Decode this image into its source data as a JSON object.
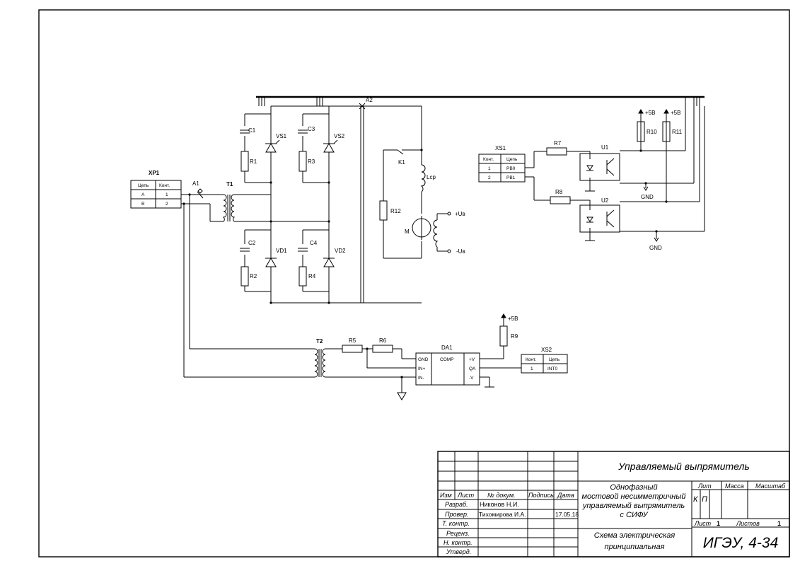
{
  "labels": {
    "xp1": "XP1",
    "a1": "A1",
    "t1": "T1",
    "t2": "T2",
    "a2": "A2",
    "c1": "C1",
    "c2": "C2",
    "c3": "C3",
    "c4": "C4",
    "r1": "R1",
    "r2": "R2",
    "r3": "R3",
    "r4": "R4",
    "r5": "R5",
    "r6": "R6",
    "r7": "R7",
    "r8": "R8",
    "r9": "R9",
    "r10": "R10",
    "r11": "R11",
    "r12": "R12",
    "vs1": "VS1",
    "vs2": "VS2",
    "vd1": "VD1",
    "vd2": "VD2",
    "k1": "K1",
    "lcp": "Lср",
    "m": "M",
    "ua_plus": "+Uв",
    "ua_minus": "-Uв",
    "xs1": "XS1",
    "xs2": "XS2",
    "u1": "U1",
    "u2": "U2",
    "da1": "DA1",
    "gnd1": "GND",
    "gnd2": "GND",
    "p5v1": "+5В",
    "p5v2": "+5В",
    "p5v3": "+5В"
  },
  "xp1_table": {
    "headers": [
      "Цепь",
      "Конт."
    ],
    "rows": [
      [
        "A",
        "1"
      ],
      [
        "B",
        "2"
      ]
    ]
  },
  "xs1_table": {
    "headers": [
      "Конт.",
      "Цепь"
    ],
    "rows": [
      [
        "1",
        "PB0"
      ],
      [
        "2",
        "PB1"
      ]
    ]
  },
  "xs2_table": {
    "headers": [
      "Конт.",
      "Цепь"
    ],
    "rows": [
      [
        "1",
        "INT0"
      ]
    ]
  },
  "da1_pins": {
    "gnd": "GND",
    "in_plus": "IN+",
    "in_minus": "IN-",
    "comp": "COMP",
    "vplus": "+V",
    "qa": "QA",
    "vminus": "-V"
  },
  "title_block": {
    "title": "Управляемый выпрямитель",
    "col_headers": [
      "Изм",
      "Лист",
      "№ докум.",
      "Подпись",
      "Дата"
    ],
    "roles": [
      "Разраб.",
      "Провер.",
      "Т. контр.",
      "Реценз.",
      "Н. контр.",
      "Утверд."
    ],
    "developer": "Никонов Н.И.",
    "checker": "Тихомирова И.А.",
    "date": "17.05.18",
    "description_lines": [
      "Однофазный",
      "мостовой несимметричный",
      "управляемый выпрямитель",
      "с СИФУ"
    ],
    "lit": "Лит",
    "mass": "Масса",
    "scale": "Масштаб",
    "lit_k": "К",
    "lit_p": "П",
    "sheet_label": "Лист",
    "sheet_value": "1",
    "sheets_label": "Листов",
    "sheets_value": "1",
    "doc_type_lines": [
      "Схема электрическая",
      "принципиальная"
    ],
    "org": "ИГЭУ, 4-34"
  }
}
